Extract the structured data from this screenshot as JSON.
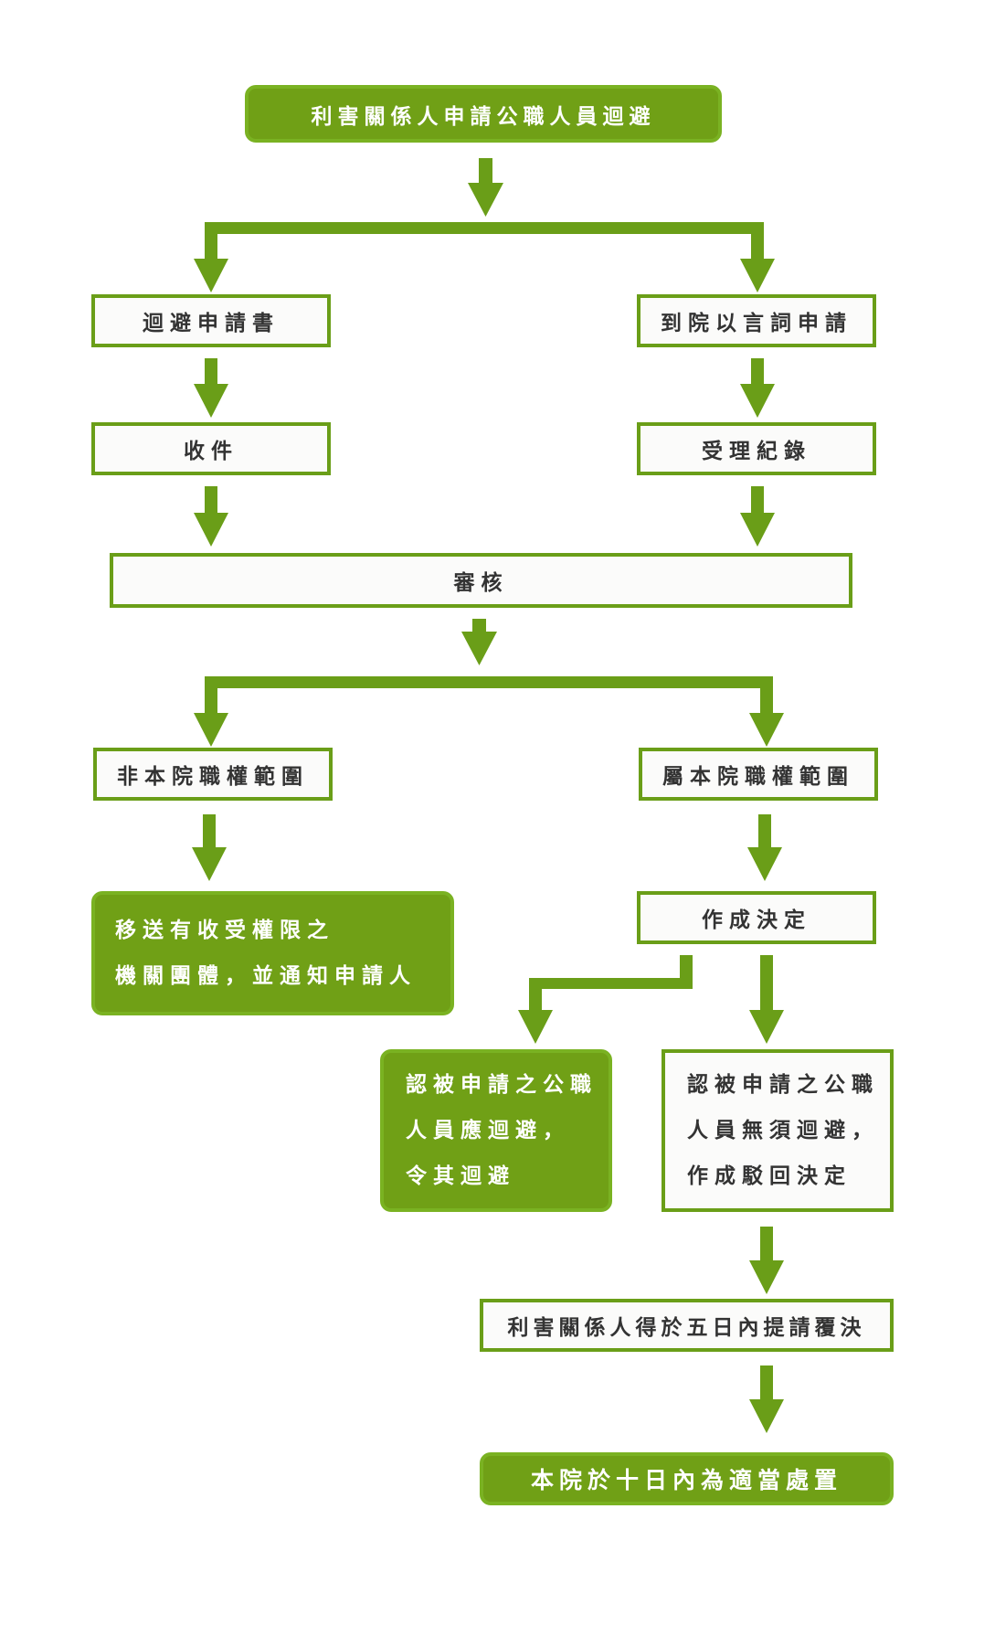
{
  "colors": {
    "accent": "#70a016",
    "arrow": "#6a9e18",
    "box_fill": "#fbfbfa",
    "text": "#333333"
  },
  "nodes": {
    "start": "利害關係人申請公職人員迴避",
    "left_apply": "迴避申請書",
    "right_apply": "到院以言詞申請",
    "left_receive": "收件",
    "right_record": "受理紀錄",
    "review": "審核",
    "not_jurisdiction": "非本院職權範圍",
    "jurisdiction": "屬本院職權範圍",
    "transfer": [
      "移送有收受權限之",
      "機關團體，並通知申請人"
    ],
    "decision": "作成決定",
    "recuse": [
      "認被申請之公職",
      "人員應迴避，",
      "令其迴避"
    ],
    "reject": [
      "認被申請之公職",
      "人員無須迴避，",
      "作成駁回決定"
    ],
    "appeal": "利害關係人得於五日內提請覆決",
    "final": "本院於十日內為適當處置"
  }
}
